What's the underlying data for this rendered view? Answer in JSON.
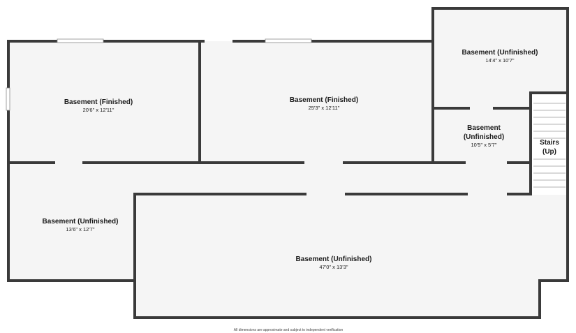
{
  "rooms": [
    {
      "id": "finished-west",
      "name": "Basement (Finished)",
      "dims": "20'6\" x 12'11\""
    },
    {
      "id": "finished-center",
      "name": "Basement (Finished)",
      "dims": "25'3\" x 12'11\""
    },
    {
      "id": "unfinished-northeast",
      "name": "Basement (Unfinished)",
      "dims": "14'4\" x 10'7\""
    },
    {
      "id": "unfinished-small",
      "name_line1": "Basement",
      "name_line2": "(Unfinished)",
      "dims": "10'5\" x 5'7\""
    },
    {
      "id": "unfinished-west",
      "name": "Basement (Unfinished)",
      "dims": "13'6\" x 12'7\""
    },
    {
      "id": "unfinished-main",
      "name": "Basement (Unfinished)",
      "dims": "47'0\" x 13'3\""
    }
  ],
  "stairs": {
    "line1": "Stairs",
    "line2": "(Up)"
  },
  "footnote": "All dimensions are approximate and subject to independent verification",
  "colors": {
    "wall": "#3a3a3a",
    "floor": "#f5f5f5",
    "background": "#ffffff",
    "text": "#1b1b1b"
  }
}
